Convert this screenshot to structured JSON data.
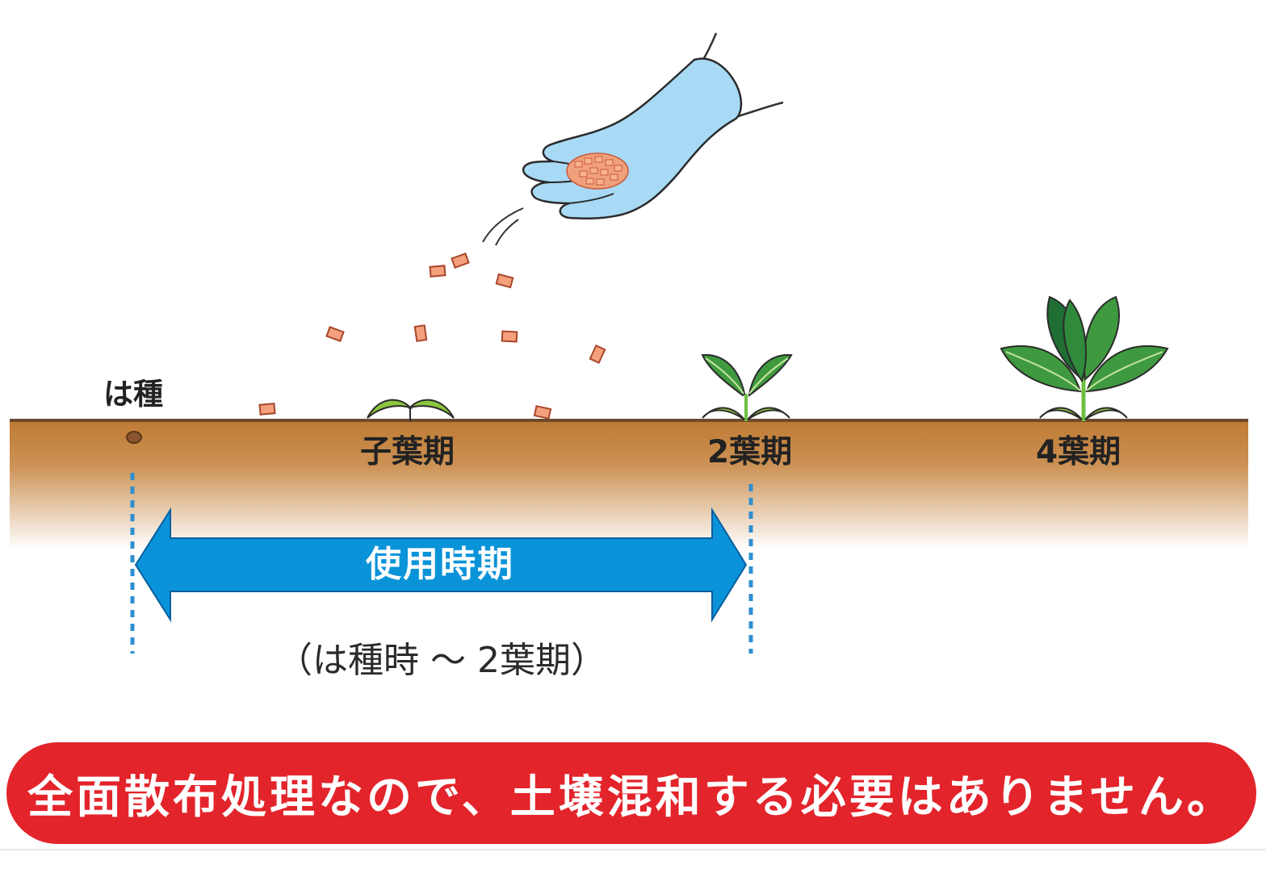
{
  "labels": {
    "seed": "は種",
    "cotyledon": "子葉期",
    "two_leaf": "2葉期",
    "four_leaf": "4葉期"
  },
  "usage_period": {
    "label": "使用時期",
    "range": "（は種時 〜 2葉期）"
  },
  "banner": {
    "text": "全面散布処理なので、土壌混和する必要はありません。"
  },
  "colors": {
    "soil": "#c07a35",
    "arrow": "#0a93d8",
    "banner": "#e3242b",
    "glove": "#a8daf5",
    "granule": "#f0a07a",
    "leaf_light": "#3f9a3f",
    "leaf_dark": "#1f6e34",
    "sprout": "#8cc63f"
  },
  "icons": [
    "glove-hand-icon",
    "granule-icon",
    "seed-icon",
    "sprout-icon",
    "plant-2leaf-icon",
    "plant-4leaf-icon"
  ]
}
